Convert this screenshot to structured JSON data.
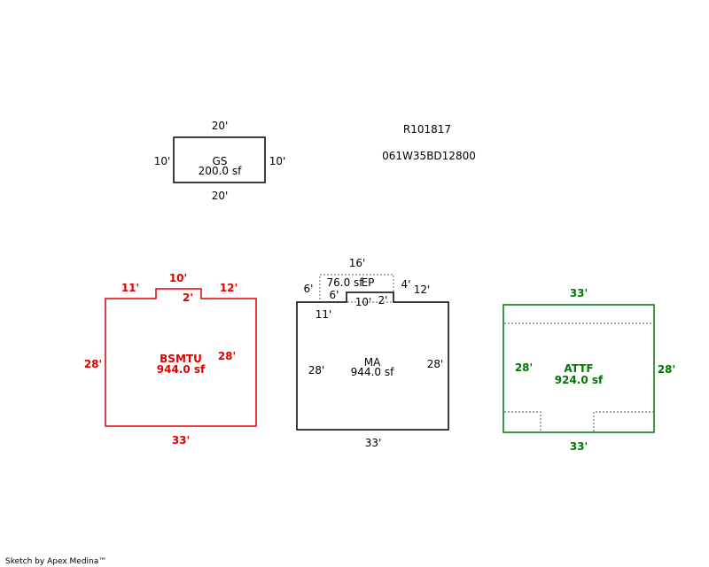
{
  "header": {
    "parcel_id": "R101817",
    "map_taxlot": "061W35BD12800"
  },
  "footer": {
    "credit": "Sketch by Apex Medina™"
  },
  "colors": {
    "black": "#000000",
    "red": "#e00000",
    "green": "#007700",
    "dotted_blue": "#6688aa",
    "dotted_gray": "#777777"
  },
  "gs": {
    "label": "GS",
    "area": "200.0 sf",
    "top": "20'",
    "bottom": "20'",
    "left": "10'",
    "right": "10'"
  },
  "bsmtu": {
    "label": "BSMTU",
    "area": "944.0 sf",
    "top_left": "11'",
    "top_mid": "10'",
    "top_right": "12'",
    "notch": "2'",
    "left": "28'",
    "right": "28'",
    "bottom": "33'"
  },
  "ma": {
    "label": "MA",
    "area": "944.0 sf",
    "top_left": "11'",
    "top_mid": "10'",
    "top_right": "12'",
    "notch_left": "6'",
    "notch_right": "2'",
    "left": "28'",
    "right": "28'",
    "bottom": "33'",
    "ep_label": "EP",
    "ep_area": "76.0 sf",
    "ep_top": "16'",
    "ep_left": "6'",
    "ep_right": "4'"
  },
  "attf": {
    "label": "ATTF",
    "area": "924.0 sf",
    "top": "33'",
    "bottom": "33'",
    "left": "28'",
    "right": "28'"
  }
}
